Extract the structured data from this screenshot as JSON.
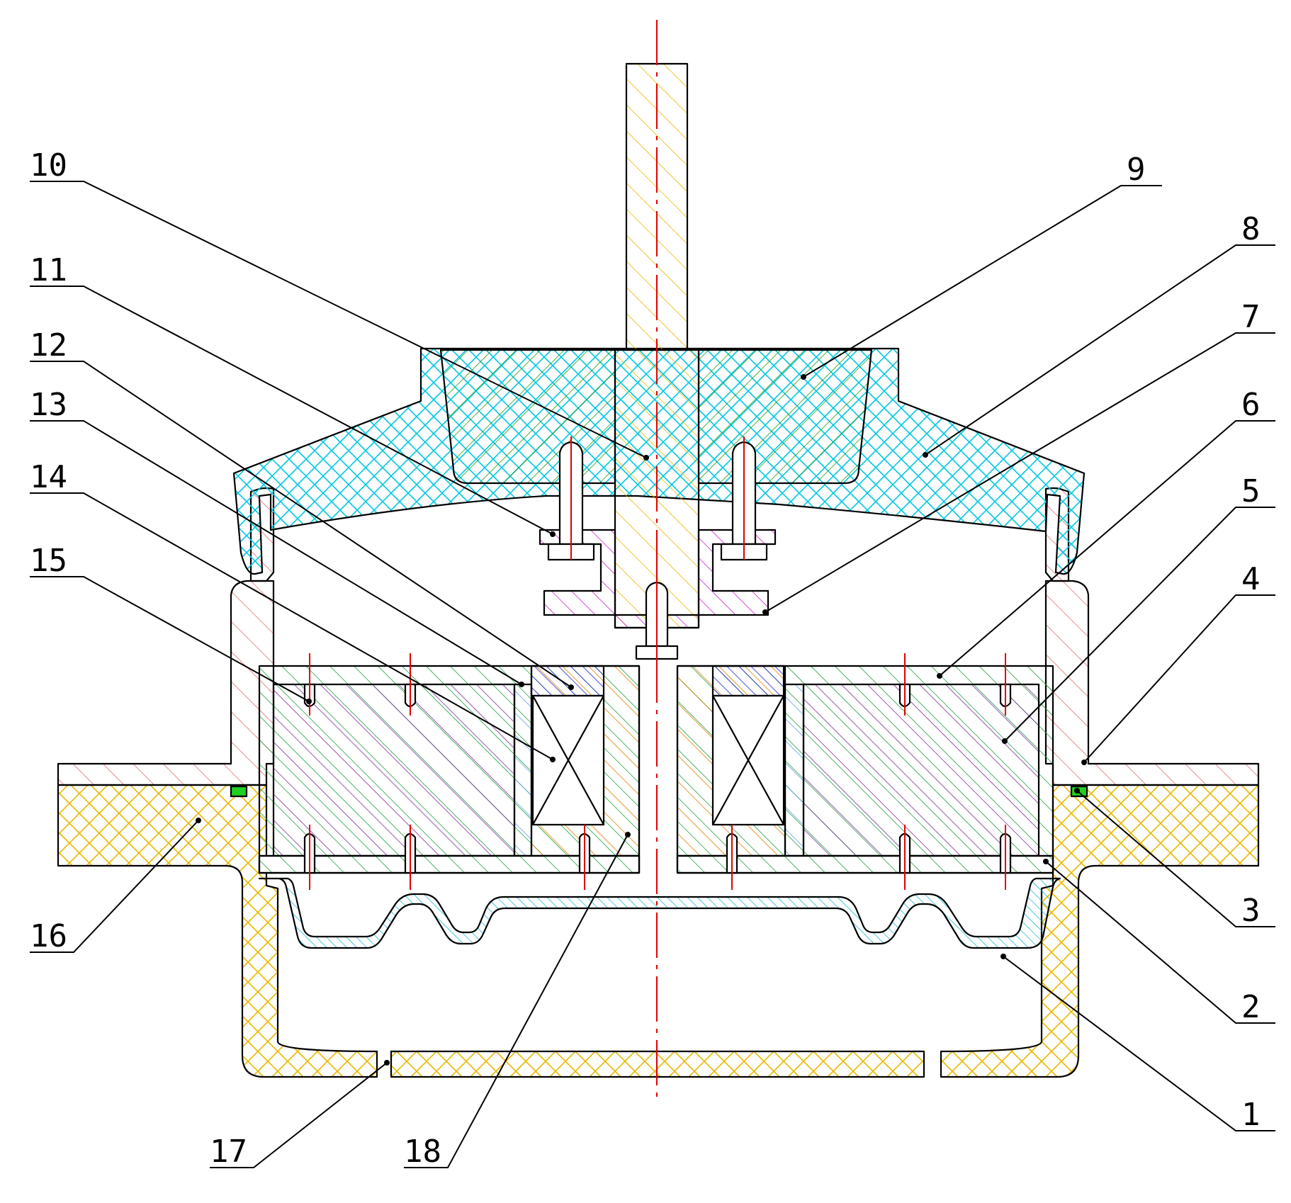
{
  "diagram": {
    "type": "mechanical-cross-section",
    "colors": {
      "outline": "#000000",
      "centerline": "#e00000",
      "housing_hatch": "#e8b800",
      "frame_hatch": "#e07070",
      "cover_hatch": "#00c8e0",
      "mass_hatch": "#2a9a10",
      "shaft_hatch": "#e8b800",
      "magnet_hatch": "#7a2f9a",
      "pole_hatch": "#2020d0",
      "bracket_hatch": "#d020d0",
      "ring_hatch": "#e08000",
      "sleeve_hatch": "#5fa0e0",
      "plate_hatch": "#20a040",
      "seal_fill": "#20d020",
      "diaphragm_hatch": "#00b0d0"
    },
    "callouts": [
      "1",
      "2",
      "3",
      "4",
      "5",
      "6",
      "7",
      "8",
      "9",
      "10",
      "11",
      "12",
      "13",
      "14",
      "15",
      "16",
      "17",
      "18"
    ]
  }
}
